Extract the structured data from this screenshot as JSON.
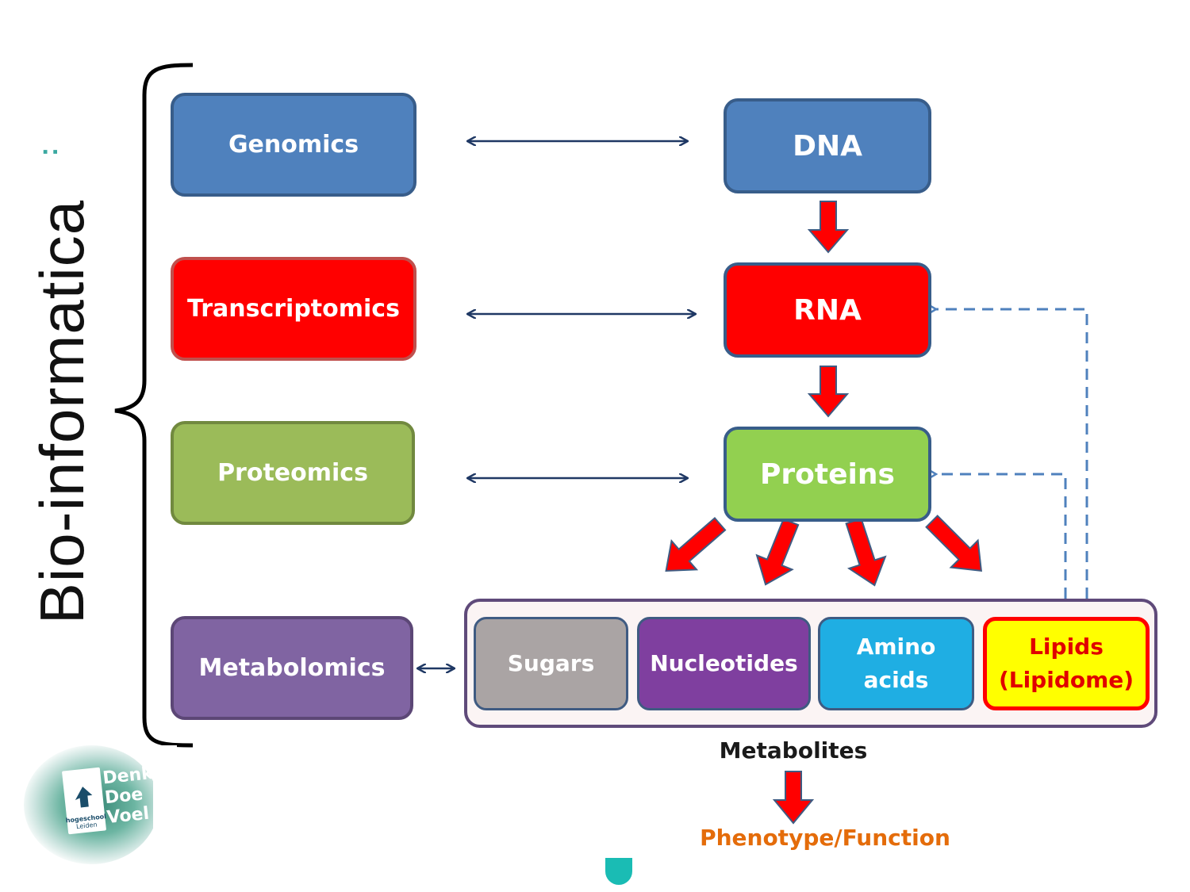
{
  "title": "Bio-informatica",
  "title_colon": ":",
  "omics": [
    {
      "label": "Genomics",
      "fill": "#4f81bd",
      "border": "#385d8a"
    },
    {
      "label": "Transcriptomics",
      "fill": "#ff0000",
      "border": "#c0504d"
    },
    {
      "label": "Proteomics",
      "fill": "#9bbb59",
      "border": "#71893f"
    },
    {
      "label": "Metabolomics",
      "fill": "#8064a2",
      "border": "#5c4776"
    }
  ],
  "molecules": [
    {
      "label": "DNA",
      "fill": "#4f81bd"
    },
    {
      "label": "RNA",
      "fill": "#ff0000"
    },
    {
      "label": "Proteins",
      "fill": "#92d050"
    }
  ],
  "metabolites": [
    {
      "line1": "Sugars",
      "line2": "",
      "fill": "#aaa4a4",
      "text_color": "#ffffff"
    },
    {
      "line1": "Nucleotides",
      "line2": "",
      "fill": "#7f3f9f",
      "text_color": "#ffffff"
    },
    {
      "line1": "Amino",
      "line2": "acids",
      "fill": "#1faee3",
      "text_color": "#ffffff"
    },
    {
      "line1": "Lipids",
      "line2": "(Lipidome)",
      "fill": "#ffff00",
      "text_color": "#e00000",
      "border": "#ff0000"
    }
  ],
  "metabolites_label": "Metabolites",
  "outcome_label": "Phenotype/Function",
  "outcome_color": "#e46c0a",
  "logo": {
    "words": [
      "Denk",
      "Doe",
      "Voel"
    ],
    "school": "hogeschool",
    "city": "Leiden"
  },
  "colors": {
    "arrow_red": "#ff0000",
    "arrow_outline": "#3f5b82",
    "bidir_arrow": "#1f3864",
    "dashed": "#4f81bd",
    "accent_teal": "#1abcb4"
  }
}
